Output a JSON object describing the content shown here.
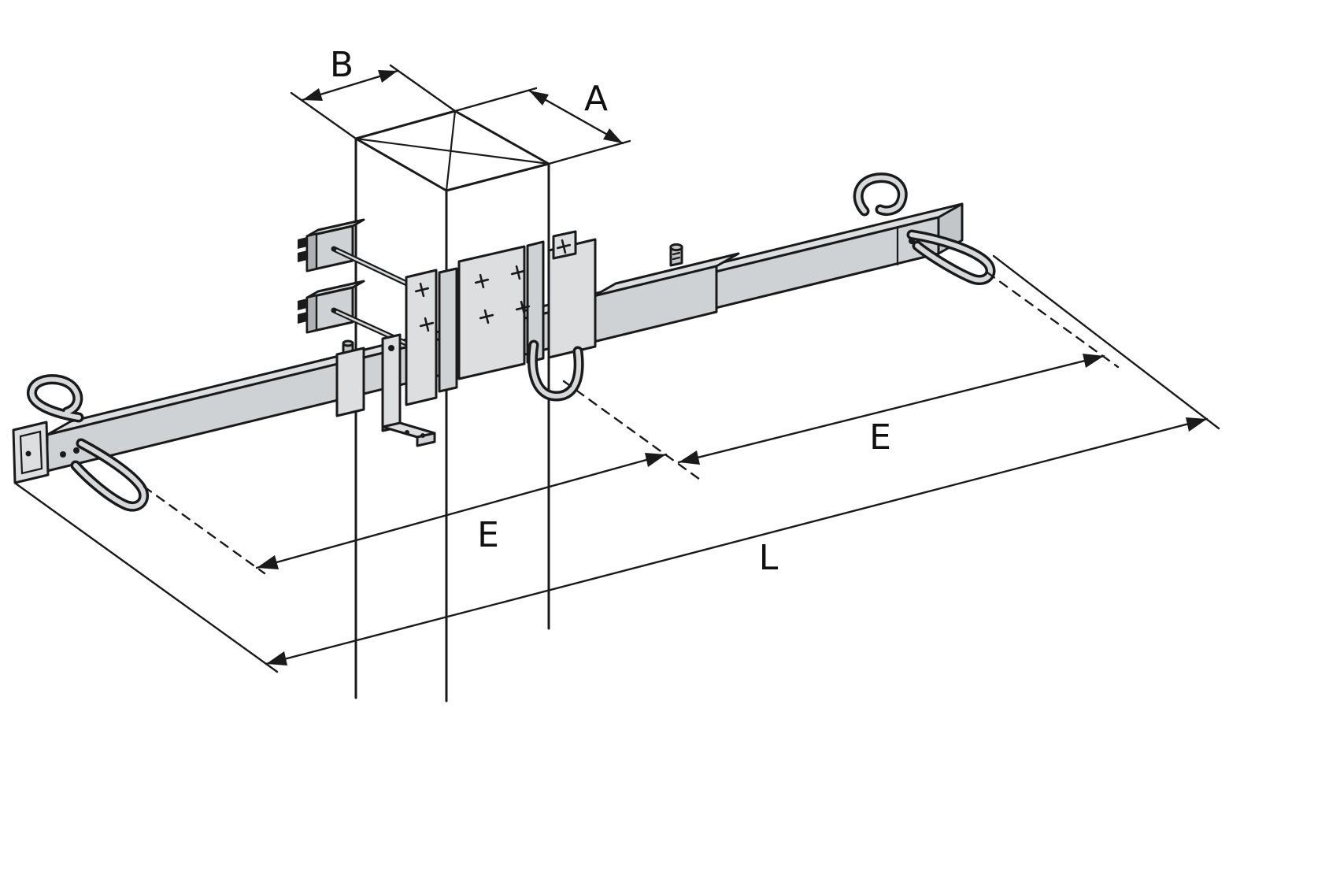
{
  "diagram": {
    "labels": {
      "dim_b": "B",
      "dim_a": "A",
      "dim_e_left": "E",
      "dim_e_right": "E",
      "dim_l": "L"
    },
    "colors": {
      "outline": "#1a1a1a",
      "metal_light": "#dcdee0",
      "metal_mid": "#cfd2d4",
      "metal_dark": "#c3c6c8",
      "background": "#ffffff"
    }
  }
}
